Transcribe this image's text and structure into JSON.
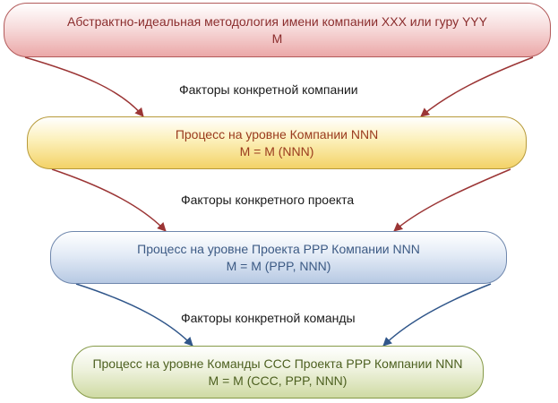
{
  "diagram": {
    "levels": [
      {
        "line1": "Абстрактно-идеальная методология имени компании XXX или гуру YYY",
        "line2": "M"
      },
      {
        "line1": "Процесс на уровне Компании NNN",
        "line2": "M = M (NNN)"
      },
      {
        "line1": "Процесс на уровне Проекта PPP Компании NNN",
        "line2": "M = M (PPP, NNN)"
      },
      {
        "line1": "Процесс на уровне Команды CCC Проекта PPP Компании NNN",
        "line2": "M = M (CCC, PPP, NNN)"
      }
    ],
    "factors": [
      "Факторы конкретной компании",
      "Факторы конкретного проекта",
      "Факторы конкретной команды"
    ],
    "colors": {
      "arrow_red": "#9b3535",
      "arrow_blue": "#30568a"
    }
  }
}
